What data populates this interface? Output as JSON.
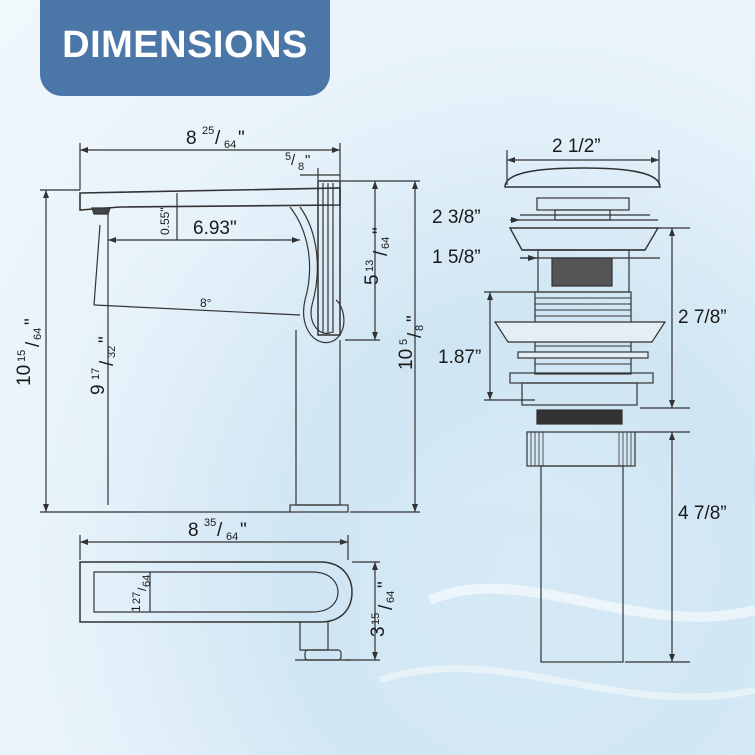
{
  "banner": {
    "title": "DIMENSIONS"
  },
  "faucet_side": {
    "total_length": {
      "whole": "8",
      "num": "25",
      "den": "64",
      "mark": "\""
    },
    "handle_width": {
      "num": "5",
      "den": "8",
      "mark": "\""
    },
    "spout_drop": "0.55\"",
    "reach": "6.93\"",
    "angle": "8°",
    "total_height": {
      "whole": "10",
      "num": "15",
      "den": "64",
      "mark": "\""
    },
    "spout_height": {
      "whole": "9",
      "num": "17",
      "den": "32",
      "mark": "\""
    },
    "handle_height": {
      "whole": "5",
      "num": "13",
      "den": "64",
      "mark": "\""
    },
    "body_height": {
      "whole": "10",
      "num": "5",
      "den": "8",
      "mark": "\""
    }
  },
  "faucet_top": {
    "length": {
      "whole": "8",
      "num": "35",
      "den": "64",
      "mark": "\""
    },
    "spout_width": {
      "whole": "1",
      "num": "27",
      "den": "64",
      "mark": "\""
    },
    "base_depth": {
      "whole": "3",
      "num": "15",
      "den": "64",
      "mark": "\""
    }
  },
  "drain": {
    "cap_diameter": "2 1/2”",
    "flange_diameter": "2 3/8”",
    "body_diameter": "1 5/8”",
    "thread_length": "1.87”",
    "upper_length": "2 7/8”",
    "tail_length": "4 7/8”"
  }
}
